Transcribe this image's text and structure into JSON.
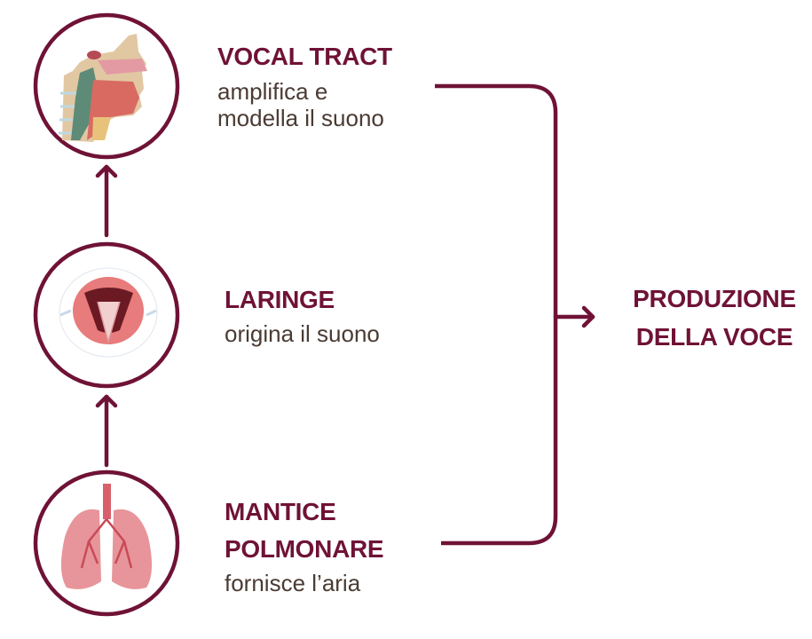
{
  "colors": {
    "accent": "#6f1236",
    "body_text": "#4a3b33"
  },
  "nodes": [
    {
      "title": "VOCAL TRACT",
      "desc_lines": [
        "amplifica e",
        "modella il suono"
      ],
      "icon": "vocal-tract-illustration"
    },
    {
      "title": "LARINGE",
      "desc_lines": [
        "origina il suono"
      ],
      "icon": "larynx-illustration"
    },
    {
      "title_lines": [
        "MANTICE",
        "POLMONARE"
      ],
      "desc_lines": [
        "fornisce l’aria"
      ],
      "icon": "lungs-illustration"
    }
  ],
  "result": {
    "lines": [
      "PRODUZIONE",
      "DELLA VOCE"
    ]
  }
}
